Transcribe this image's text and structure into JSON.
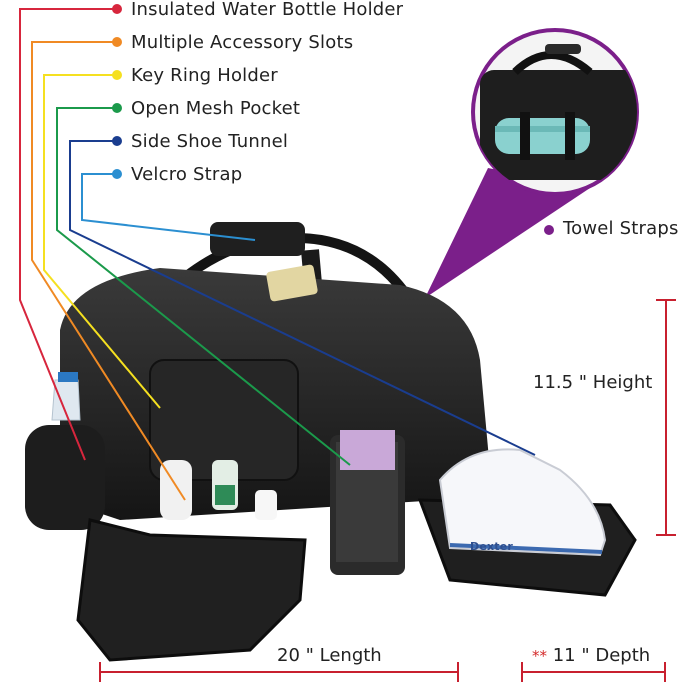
{
  "features": [
    {
      "label": "Insulated Water Bottle Holder",
      "color": "#d7263d"
    },
    {
      "label": "Multiple Accessory Slots",
      "color": "#f08a24"
    },
    {
      "label": "Key Ring Holder",
      "color": "#f5e020"
    },
    {
      "label": "Open Mesh Pocket",
      "color": "#1b9a4b"
    },
    {
      "label": "Side Shoe Tunnel",
      "color": "#1a3d8f"
    },
    {
      "label": "Velcro Strap",
      "color": "#2b8fd1"
    }
  ],
  "towel": {
    "label": "Towel Straps",
    "color": "#7b1f8a"
  },
  "dimensions": {
    "height": "11.5 \" Height",
    "length": "20 \" Length",
    "depth_mark": "**",
    "depth": "11 \" Depth",
    "color": "#c8202f"
  },
  "brand_text": "Dexter"
}
